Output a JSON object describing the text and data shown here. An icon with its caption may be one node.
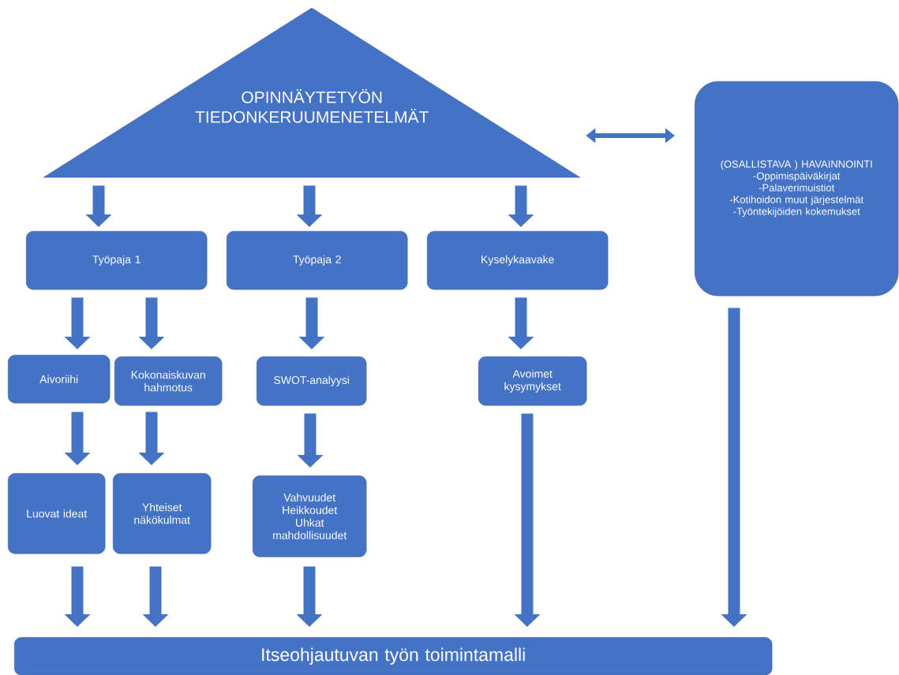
{
  "diagram": {
    "nodes": [
      {
        "text": [
          "OPINNÄYTETYÖN TIEDONKERUUMENETELMÄT"
        ]
      },
      {
        "text": [
          "(OSALLISTAVA ) HAVAINNOINTI",
          "-Oppimispäiväkirjat",
          "-Palaverimuistiot",
          "-Kotihoidon muut järjestelmät",
          "-Työntekijöiden kokemukset"
        ]
      },
      {
        "text": [
          "Työpaja 1"
        ]
      },
      {
        "text": [
          "Työpaja 2"
        ]
      },
      {
        "text": [
          "Kyselykaavake"
        ]
      },
      {
        "text": [
          "Aivoriihi"
        ]
      },
      {
        "text": [
          "Kokonaiskuvan hahmotus"
        ]
      },
      {
        "text": [
          "SWOT-analyysi"
        ]
      },
      {
        "text": [
          "Avoimet kysymykset"
        ]
      },
      {
        "text": [
          "Luovat ideat"
        ]
      },
      {
        "text": [
          "Yhteiset näkökulmat"
        ]
      },
      {
        "text": [
          "Vahvuudet Heikkoudet Uhkat mahdollisuudet"
        ]
      },
      {
        "text": [
          "Itseohjautuvan työn toimintamalli"
        ]
      }
    ],
    "edges": [
      {
        "from": 0,
        "to": 2,
        "arrow": "to"
      },
      {
        "from": 0,
        "to": 3,
        "arrow": "to"
      },
      {
        "from": 0,
        "to": 4,
        "arrow": "to"
      },
      {
        "from": 0,
        "to": 1,
        "arrow": "both"
      },
      {
        "from": 2,
        "to": 5,
        "arrow": "to"
      },
      {
        "from": 2,
        "to": 6,
        "arrow": "to"
      },
      {
        "from": 3,
        "to": 7,
        "arrow": "to"
      },
      {
        "from": 4,
        "to": 8,
        "arrow": "to"
      },
      {
        "from": 5,
        "to": 9,
        "arrow": "to"
      },
      {
        "from": 6,
        "to": 10,
        "arrow": "to"
      },
      {
        "from": 7,
        "to": 11,
        "arrow": "to"
      },
      {
        "from": 9,
        "to": 12,
        "arrow": "to"
      },
      {
        "from": 10,
        "to": 12,
        "arrow": "to"
      },
      {
        "from": 11,
        "to": 12,
        "arrow": "to"
      },
      {
        "from": 8,
        "to": 12,
        "arrow": "to"
      },
      {
        "from": 1,
        "to": 12,
        "arrow": "to"
      }
    ]
  }
}
